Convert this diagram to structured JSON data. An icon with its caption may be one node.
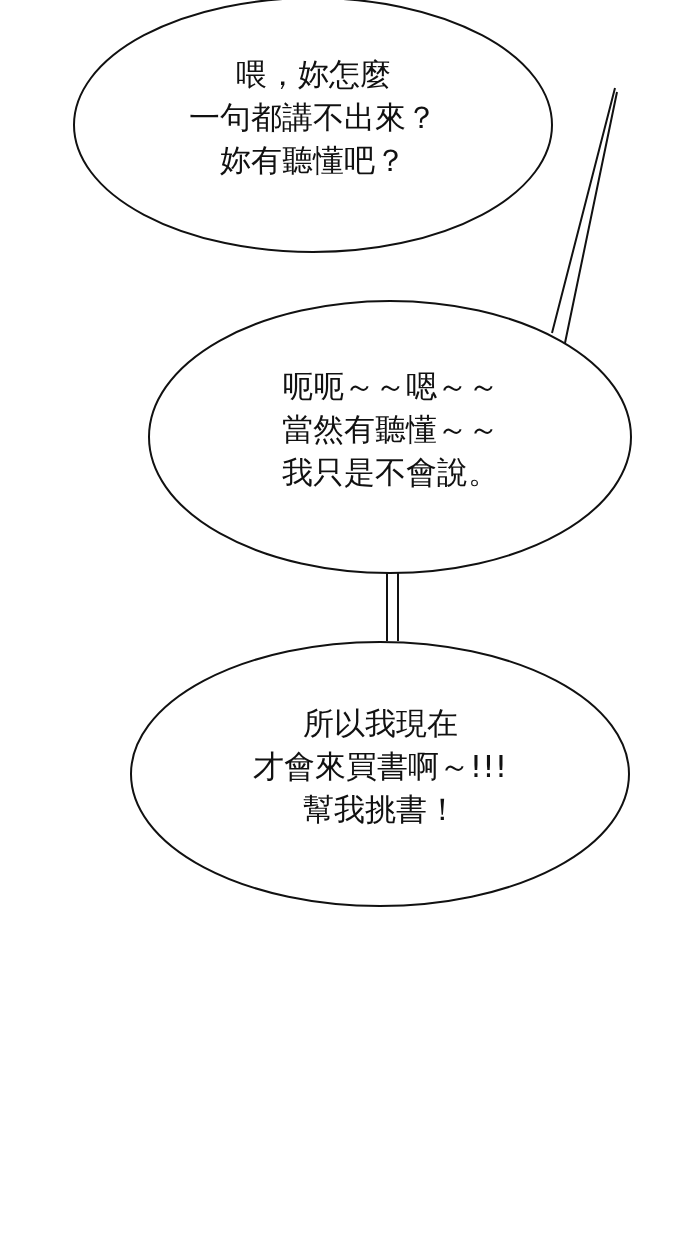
{
  "diagram": {
    "nodes": [
      {
        "text": [
          "喂，妳怎麼一句都講不出來？妳有聽懂吧？"
        ]
      },
      {
        "text": [
          "呃呃～～嗯～～當然有聽懂～～我只是不會說。"
        ]
      },
      {
        "text": [
          "所以我現在才會來買書啊～!!!幫我挑書！"
        ]
      }
    ],
    "edges": [
      {
        "from": null,
        "to": 1,
        "arrow": "none"
      },
      {
        "from": 1,
        "to": 2,
        "arrow": "none"
      }
    ]
  }
}
